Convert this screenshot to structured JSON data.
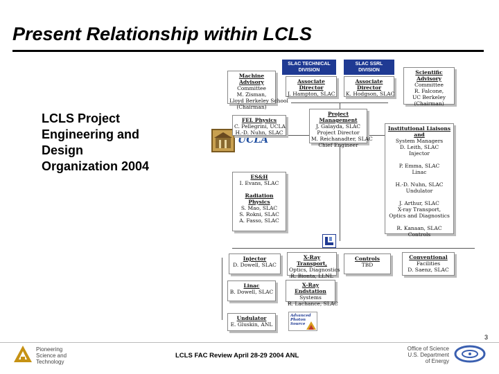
{
  "page": {
    "title": "Present Relationship within LCLS",
    "side_label": [
      "LCLS Project",
      "Engineering and",
      "Design",
      "Organization 2004"
    ],
    "page_number": "3"
  },
  "org_chart": {
    "header_boxes": [
      {
        "line1": "SLAC TECHNICAL",
        "line2": "DIVISION"
      },
      {
        "line1": "SLAC SSRL",
        "line2": "DIVISION"
      }
    ],
    "machine_advisory": {
      "heading": "Machine Advisory",
      "lines": [
        "Committee",
        "M. Zisman,",
        "Lloyd Berkeley School",
        "(Chairman)"
      ]
    },
    "assoc_director_tech": {
      "heading": "Associate Director",
      "lines": [
        "J. Hampton, SLAC"
      ]
    },
    "assoc_director_ssrl": {
      "heading": "Associate Director",
      "lines": [
        "K. Hodgson, SLAC"
      ]
    },
    "scientific_advisory": {
      "heading": "Scientific Advisory",
      "lines": [
        "Committee",
        "R. Falcone,",
        "UC Berkeley",
        "(Chairman)"
      ]
    },
    "project_management": {
      "heading": "Project Management",
      "lines": [
        "J. Galayda, SLAC",
        "Project Director",
        "",
        "M. Reichanadter, SLAC",
        "Chief Engineer"
      ]
    },
    "fel_physics": {
      "heading": "FEL Physics",
      "lines": [
        "C. Pellegrini, UCLA",
        "H.-D. Nuhn, SLAC"
      ]
    },
    "ucla_logo_text": "UCLA",
    "institutional": {
      "heading": "Institutional Liaisons and",
      "lines": [
        "System Managers",
        "D. Leith, SLAC",
        "Injector",
        "",
        "P. Emma, SLAC",
        "Linac",
        "",
        "H.-D. Nuhn, SLAC",
        "Undulator",
        "",
        "J. Arthur, SLAC",
        "X-ray Transport,",
        "Optics and Diagnostics",
        "",
        "R. Kanaan, SLAC",
        "Controls"
      ]
    },
    "esh": {
      "heading": "ES&H",
      "lines": [
        "I. Evans, SLAC"
      ]
    },
    "radiation_physics": {
      "heading": "Radiation Physics",
      "lines": [
        "S. Mao, SLAC",
        "S. Rokni, SLAC",
        "A. Fasso, SLAC"
      ]
    },
    "injector": {
      "heading": "Injector",
      "lines": [
        "D. Dowell, SLAC"
      ]
    },
    "xray_transport": {
      "heading": "X-Ray Transport,",
      "lines": [
        "Optics, Diagnostics",
        "R. Bionta, LLNL"
      ]
    },
    "controls": {
      "heading": "Controls",
      "lines": [
        "TBD"
      ]
    },
    "conventional": {
      "heading": "Conventional",
      "lines": [
        "Facilities",
        "D. Saenz, SLAC"
      ]
    },
    "linac": {
      "heading": "Linac",
      "lines": [
        "B. Dowell, SLAC"
      ]
    },
    "xray_endstation": {
      "heading": "X-Ray Endstation",
      "lines": [
        "Systems",
        "R. Lachance, SLAC"
      ]
    },
    "undulator": {
      "heading": "Undulator",
      "lines": [
        "E. Gluskin, ANL"
      ]
    },
    "aps_logo_text": [
      "Advanced",
      "Photon",
      "Source"
    ]
  },
  "footer": {
    "left": [
      "Pioneering",
      "Science and",
      "Technology"
    ],
    "center": "LCLS FAC Review April 28-29 2004 ANL",
    "right": [
      "Office of Science",
      "U.S. Department",
      "of Energy"
    ]
  },
  "colors": {
    "header_blue": "#1f3a93",
    "doe_blue": "#3a5fb0",
    "anl_gold": "#c69214"
  }
}
